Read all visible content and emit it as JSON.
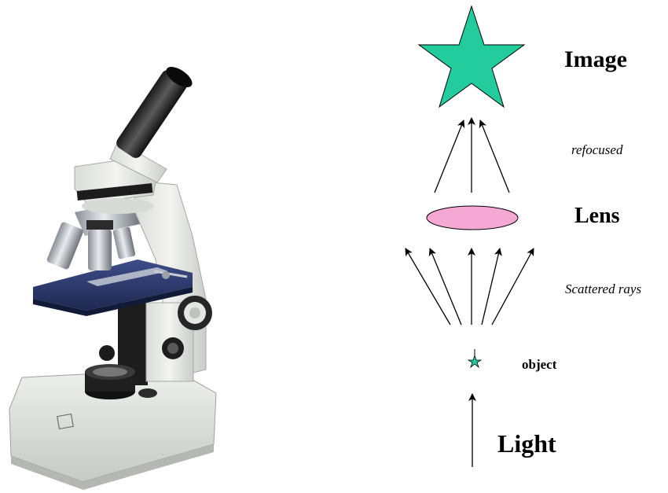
{
  "labels": {
    "image": "Image",
    "refocused": "refocused",
    "lens": "Lens",
    "scattered_rays": "Scattered rays",
    "object": "object",
    "light": "Light"
  },
  "colors": {
    "image_star_fill": "#22CC9C",
    "object_star_fill": "#22CC9C",
    "lens_fill": "#F5A8D4",
    "ray_color": "#000000"
  },
  "icons": {
    "microscope": "microscope-illustration",
    "image": "star-icon",
    "object": "star-icon"
  }
}
